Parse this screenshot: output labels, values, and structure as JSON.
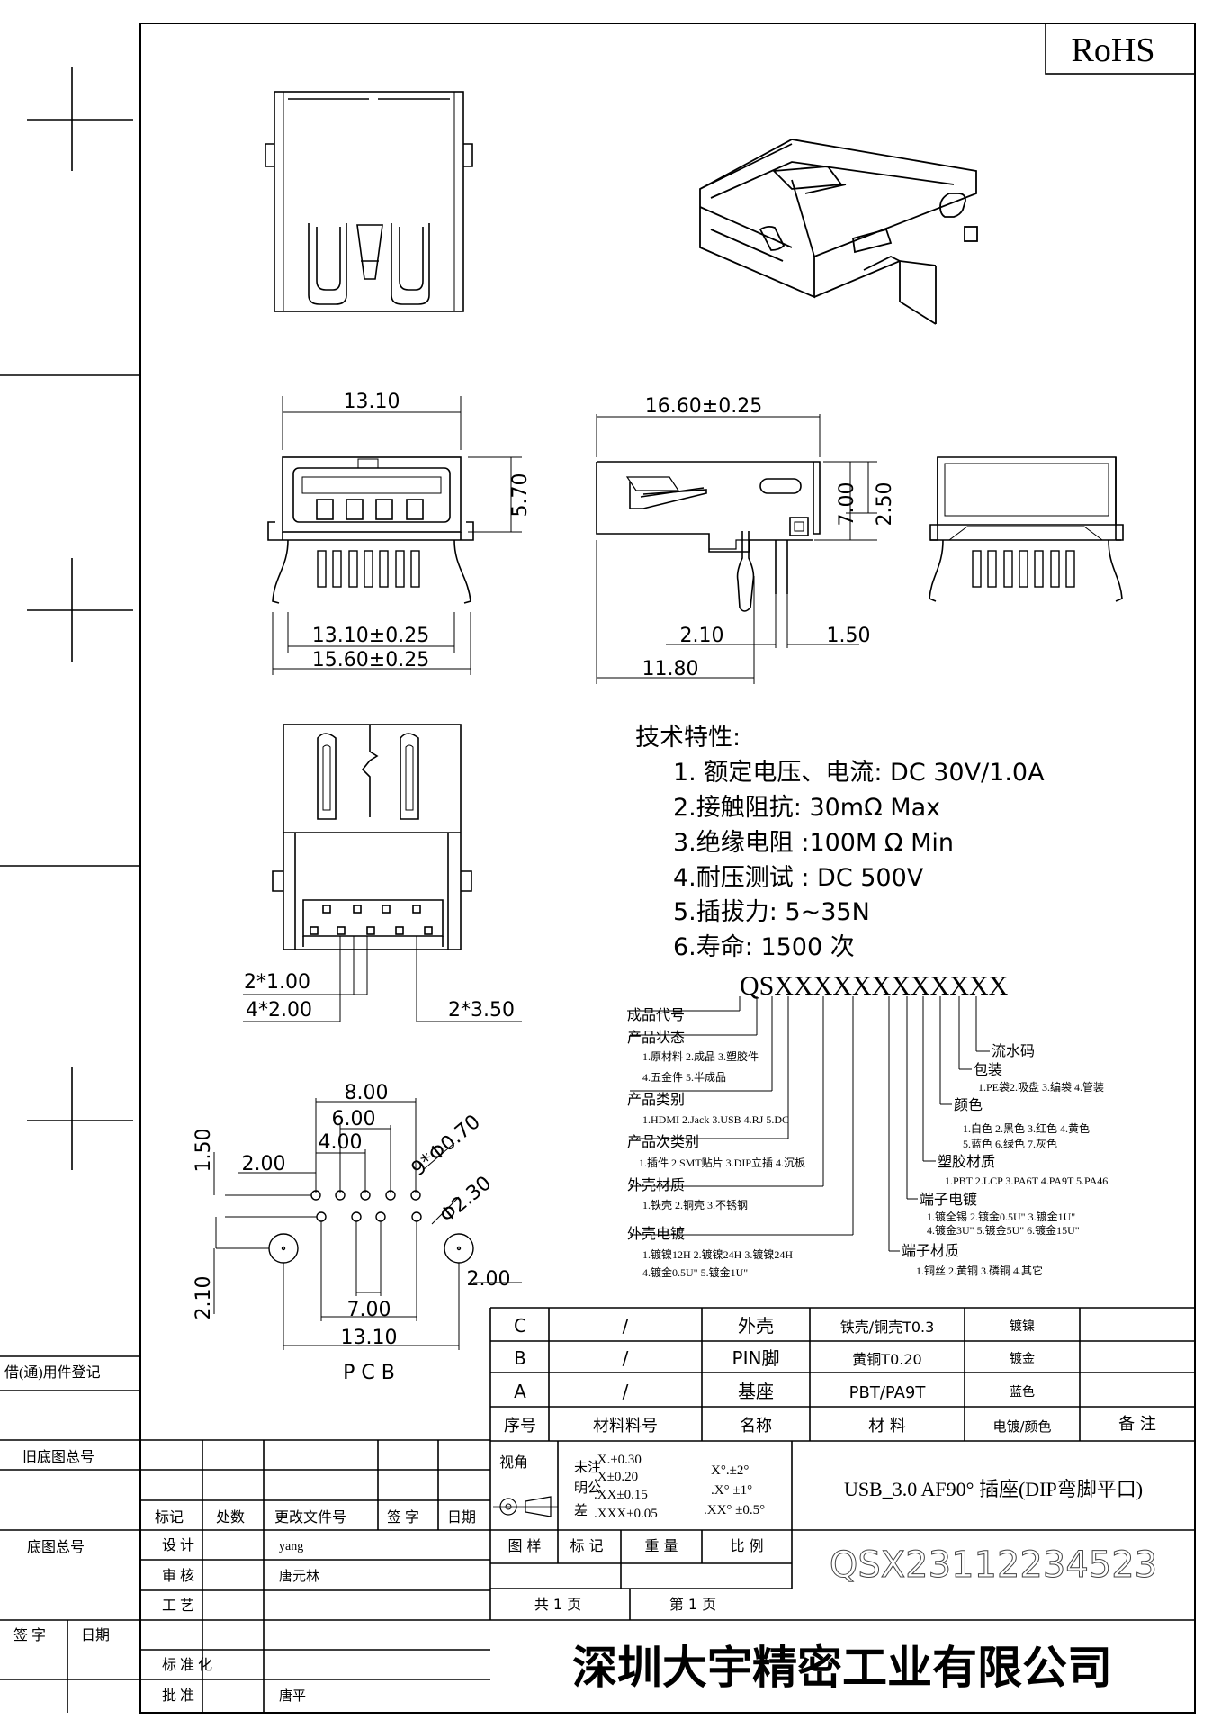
{
  "rohs": "RoHS",
  "dims": {
    "d1": "13.10",
    "d2": "5.70",
    "d3": "13.10±0.25",
    "d4": "15.60±0.25",
    "d5": "16.60±0.25",
    "d6": "7.00",
    "d7": "2.50",
    "d8": "2.10",
    "d9": "1.50",
    "d10": "11.80",
    "d11": "2*1.00",
    "d12": "4*2.00",
    "d13": "2*3.50",
    "p1": "8.00",
    "p2": "6.00",
    "p3": "4.00",
    "p4": "2.00",
    "p5": "1.50",
    "p6": "9*Φ0.70",
    "p7": "Φ2.30",
    "p8": "2.00",
    "p9": "2.10",
    "p10": "7.00",
    "p11": "13.10",
    "pcb": "P C B"
  },
  "specs": {
    "title": "技术特性:",
    "items": [
      "1. 额定电压、电流: DC 30V/1.0A",
      "2.接触阻抗: 30mΩ Max",
      "3.绝缘电阻 :100M Ω Min",
      "4.耐压测试 :  DC 500V",
      "5.插拔力: 5~35N",
      "6.寿命: 1500 次"
    ]
  },
  "code": {
    "main": "QSXXXXXXXXXXXX",
    "left": [
      {
        "label": "成品代号",
        "opts": []
      },
      {
        "label": "产品状态",
        "opts": [
          "1.原材料  2.成品  3.塑胶件",
          "4.五金件  5.半成品"
        ]
      },
      {
        "label": "产品类别",
        "opts": [
          "1.HDMI 2.Jack 3.USB 4.RJ  5.DC"
        ]
      },
      {
        "label": "产品次类别",
        "opts": [
          "1.插件 2.SMT贴片 3.DIP立插 4.沉板"
        ]
      },
      {
        "label": "外壳材质",
        "opts": [
          "1.铁壳  2.铜壳  3.不锈钢"
        ]
      },
      {
        "label": "外壳电镀",
        "opts": [
          "1.镀镍12H    2.镀镍24H 3.镀镍24H",
          "4.镀金0.5U\"  5.镀金1U\""
        ]
      }
    ],
    "right": [
      {
        "label": "流水码",
        "opts": []
      },
      {
        "label": "包装",
        "opts": [
          "1.PE袋2.吸盘 3.编袋 4.管装"
        ]
      },
      {
        "label": "颜色",
        "opts": [
          "1.白色  2.黑色  3.红色  4.黄色",
          "5.蓝色  6.绿色  7.灰色"
        ]
      },
      {
        "label": "塑胶材质",
        "opts": [
          "1.PBT  2.LCP  3.PA6T 4.PA9T 5.PA46"
        ]
      },
      {
        "label": "端子电镀",
        "opts": [
          "1.镀全锡   2.镀金0.5U\"   3.镀金1U\"",
          "4.镀金3U\"  5.镀金5U\"      6.镀金15U\""
        ]
      },
      {
        "label": "端子材质",
        "opts": [
          "1.铜丝  2.黄铜  3.磷铜   4.其它"
        ]
      }
    ]
  },
  "bom": {
    "rows": [
      {
        "seq": "C",
        "partno": "/",
        "name": "外壳",
        "material": "铁壳/铜壳T0.3",
        "finish": "镀镍",
        "note": ""
      },
      {
        "seq": "B",
        "partno": "/",
        "name": "PIN脚",
        "material": "黄铜T0.20",
        "finish": "镀金",
        "note": ""
      },
      {
        "seq": "A",
        "partno": "/",
        "name": "基座",
        "material": "PBT/PA9T",
        "finish": "蓝色",
        "note": ""
      }
    ],
    "header": {
      "seq": "序号",
      "partno": "材料料号",
      "name": "名称",
      "material": "材  料",
      "finish": "电镀/颜色",
      "note": "备  注"
    }
  },
  "title_block": {
    "view": "视角",
    "tol_label": [
      "未注",
      "明公",
      "差"
    ],
    "tol": [
      ".X.±0.30",
      ".X±0.20",
      ".XX±0.15",
      ".XXX±0.05"
    ],
    "ang": [
      "X°.±2°",
      ".X° ±1°",
      ".XX° ±0.5°"
    ],
    "product": "USB_3.0 AF90° 插座(DIP弯脚平口)",
    "drawing_no": "QSX23112234523",
    "sample": "图 样",
    "mark": "标 记",
    "weight": "重 量",
    "scale": "比 例",
    "total": "共  1  页",
    "page": "第  1  页",
    "company": "深圳大宇精密工业有限公司"
  },
  "left_block": {
    "borrow": "借(通)用件登记",
    "old_no": "旧底图总号",
    "base_no": "底图总号",
    "sign": "签 字",
    "date": "日期",
    "rev_mark": "标记",
    "rev_count": "处数",
    "rev_doc": "更改文件号",
    "rev_sign": "签 字",
    "rev_date": "日期",
    "design": "设     计",
    "designer": "yang",
    "check": "审     核",
    "checker": "唐元林",
    "process": "工     艺",
    "standard": "标 准 化",
    "approve": "批     准",
    "approver": "唐平"
  }
}
